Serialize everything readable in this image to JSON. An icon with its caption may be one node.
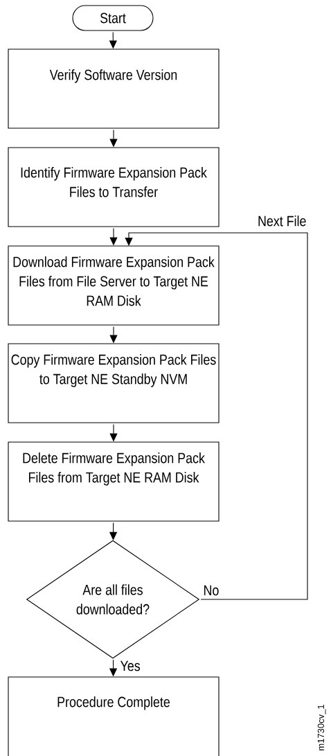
{
  "diagram": {
    "nodes": [
      {
        "text": [
          "Start"
        ]
      },
      {
        "text": [
          "Verify Software Version"
        ]
      },
      {
        "text": [
          "Identify Firmware Expansion Pack Files to Transfer"
        ]
      },
      {
        "text": [
          "Download Firmware Expansion Pack Files from File Server to Target NE RAM Disk"
        ]
      },
      {
        "text": [
          "Copy Firmware Expansion Pack Files to Target NE Standby NVM"
        ]
      },
      {
        "text": [
          "Delete Firmware Expansion Pack Files from Target NE RAM Disk"
        ]
      },
      {
        "text": [
          "Are all files downloaded?"
        ]
      },
      {
        "text": [
          "Procedure Complete"
        ]
      }
    ],
    "edges": [
      {
        "from": 0,
        "to": 1,
        "arrow": "to"
      },
      {
        "from": 1,
        "to": 2,
        "arrow": "to"
      },
      {
        "from": 2,
        "to": 3,
        "arrow": "to"
      },
      {
        "from": 3,
        "to": 4,
        "arrow": "to"
      },
      {
        "from": 4,
        "to": 5,
        "arrow": "to"
      },
      {
        "from": 5,
        "to": 6,
        "arrow": "to"
      },
      {
        "from": 6,
        "to": 3,
        "arrow": "to",
        "label": "No"
      },
      {
        "from": 6,
        "to": 7,
        "arrow": "to",
        "label": "Yes"
      }
    ],
    "labels": [
      "Next File",
      "m1730cv_1"
    ]
  }
}
